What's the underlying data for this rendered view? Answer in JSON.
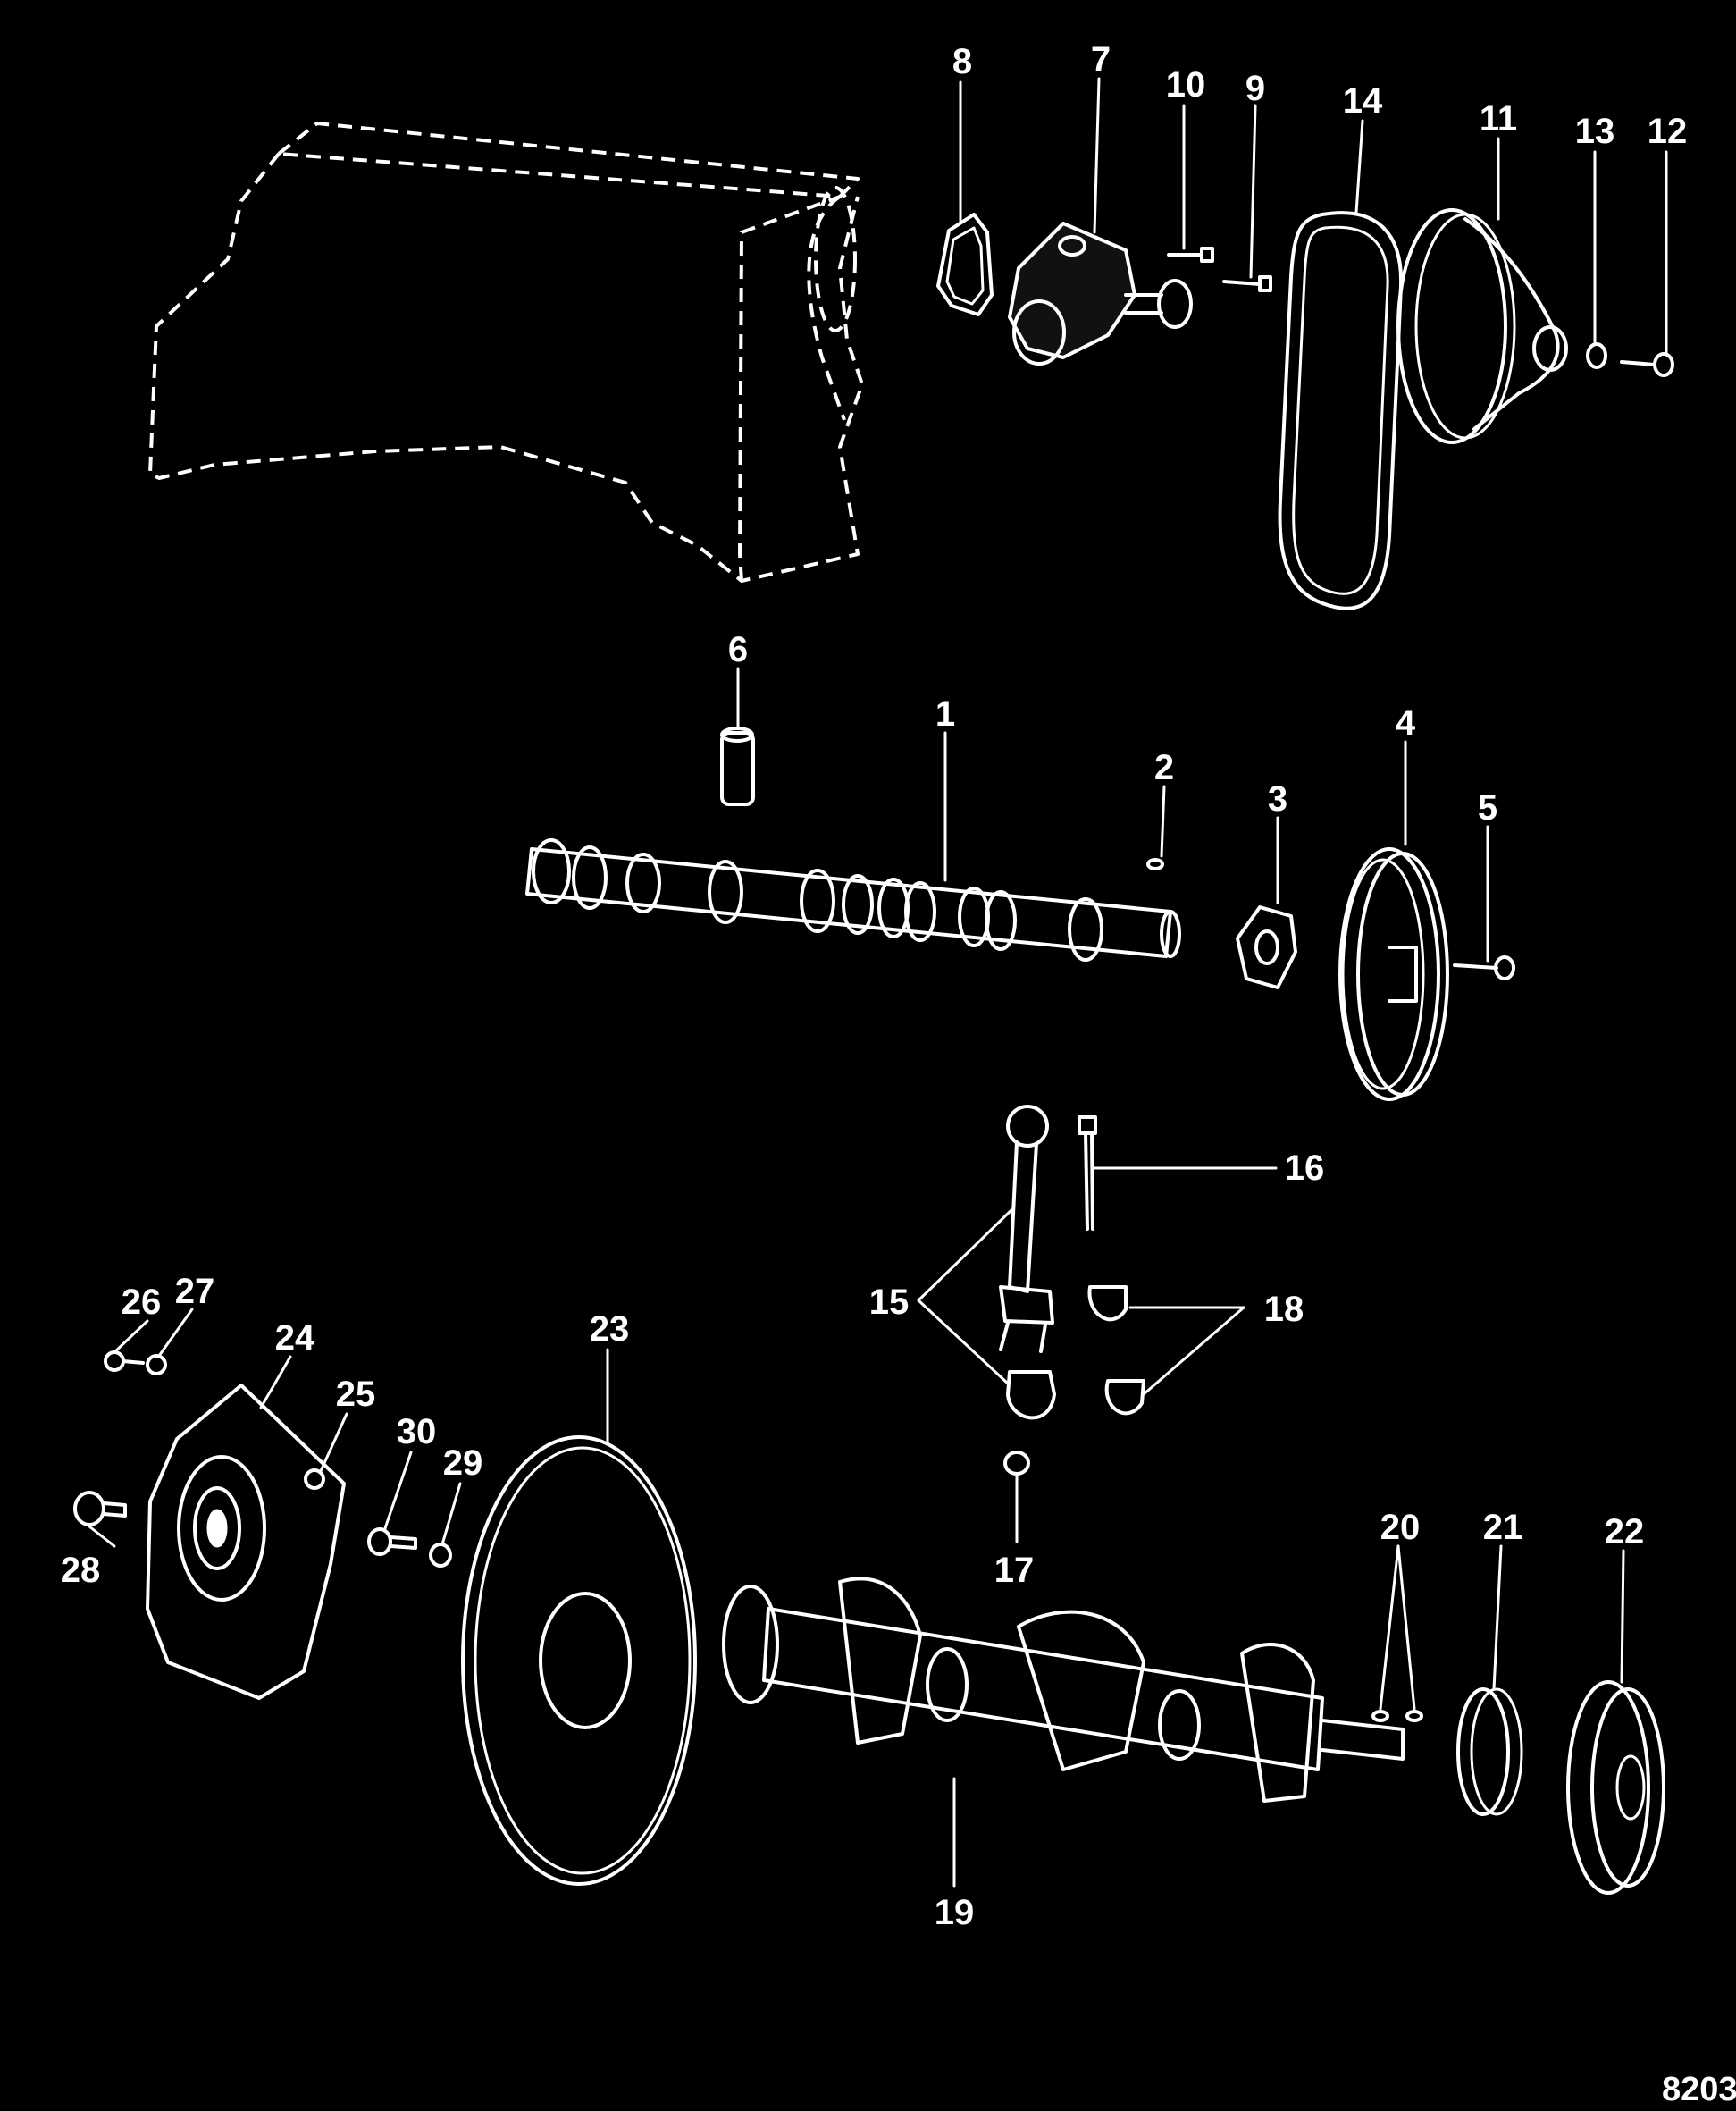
{
  "figure_number": "8203",
  "callouts": [
    "1",
    "2",
    "3",
    "4",
    "5",
    "6",
    "7",
    "8",
    "9",
    "10",
    "11",
    "12",
    "13",
    "14",
    "15",
    "16",
    "17",
    "18",
    "19",
    "20",
    "21",
    "22",
    "23",
    "24",
    "25",
    "26",
    "27",
    "28",
    "29",
    "30"
  ],
  "colors": {
    "background": "#000000",
    "foreground": "#ffffff"
  }
}
